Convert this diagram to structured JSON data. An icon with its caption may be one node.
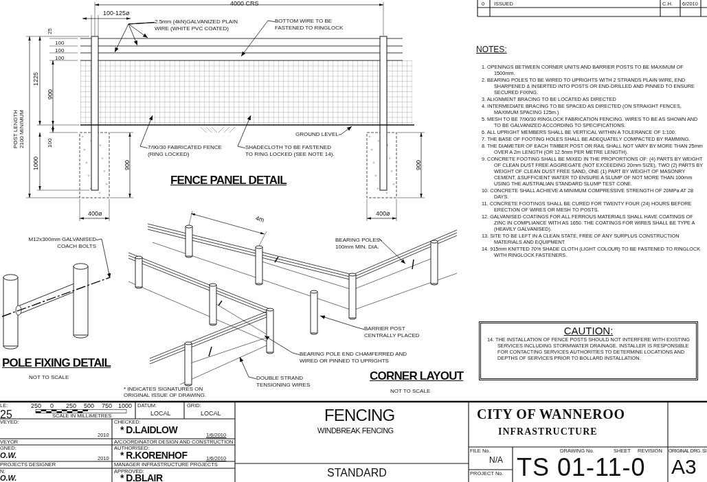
{
  "diagram": {
    "nodes": [
      {
        "text": [
          "2.5mm (4kN)GALVANIZED PLAIN WIRE (WHITE PVC COATED)"
        ]
      },
      {
        "text": [
          "BOTTOM WIRE TO BE FASTENED TO RINGLOCK"
        ]
      },
      {
        "text": [
          "7/90/30 FABRICATED FENCE (RING LOCKED)"
        ]
      },
      {
        "text": [
          "SHADECLOTH TO BE FASTENED TO RING LOCKED (SEE NOTE 14)."
        ]
      },
      {
        "text": [
          "GROUND LEVEL"
        ]
      },
      {
        "text": [
          "M12x300mm GALVANISED COACH BOLTS"
        ]
      },
      {
        "text": [
          "BEARING POLES 100mm MIN. DIA."
        ]
      },
      {
        "text": [
          "BARRIER POST CENTRALLY PLACED"
        ]
      },
      {
        "text": [
          "BEARING POLE END CHAMFERRED AND WIRED OR PINNED TO UPRIGHTS"
        ]
      },
      {
        "text": [
          "DOUBLE STRAND TENSIONING WIRES"
        ]
      },
      {
        "text": [],
        "shape": "bar"
      },
      {
        "text": [
          "CAUTION:",
          "14. THE INSTALLATION OF FENCE POSTS SHOULD NOT INTERFERE WITH EXISTING SERVICES INCLUDING STORMWATER DRAINAGE. INSTALLER IS RESPONSIBLE FOR CONTACTING SERVICES AUTHORITIES TO DETERMINE LOCATIONS AND DEPTHS OF SERVICES PRIOR TO BOLLARD INSTALLATION."
        ]
      }
    ],
    "edges": [
      {
        "from": 0,
        "to": null,
        "arrow": "to"
      },
      {
        "from": 0,
        "to": null,
        "arrow": "to"
      },
      {
        "from": 0,
        "to": null,
        "arrow": "to"
      },
      {
        "from": 1,
        "to": null,
        "arrow": "to"
      },
      {
        "from": 2,
        "to": null,
        "arrow": "to"
      },
      {
        "from": 3,
        "to": null,
        "arrow": "to"
      },
      {
        "from": 4,
        "to": null,
        "arrow": "to"
      },
      {
        "from": 5,
        "to": 10,
        "arrow": "to"
      },
      {
        "from": 6,
        "to": null,
        "arrow": "to"
      },
      {
        "from": 7,
        "to": null,
        "arrow": "to"
      },
      {
        "from": 8,
        "to": null,
        "arrow": "to"
      },
      {
        "from": 9,
        "to": null,
        "arrow": "to"
      }
    ],
    "labels": [
      "4000 CRS",
      "100-125ø",
      "25",
      "100",
      "100",
      "100",
      "1225",
      "900",
      "POST LENGTH 2100 MINIMUM",
      "100",
      "1000",
      "900",
      "900",
      "400ø",
      "400ø",
      "FENCE PANEL DETAIL",
      "4m",
      "POLE FIXING DETAIL",
      "NOT TO SCALE",
      "CORNER LAYOUT",
      "NOT TO SCALE",
      "* INDICATES SIGNATURES ON ORIGINAL ISSUE OF DRAWING.",
      "0",
      "ISSUED",
      "C.H.",
      "6/2010",
      "NOTES:",
      "1. OPENINGS BETWEEN CORNER UNITS AND BARRIER POSTS TO BE MAXIMUM OF 1500mm.",
      "2. BEARING POLES TO BE WIRED TO UPRIGHTS WITH 2 STRANDS PLAIN WIRE, END SHARPENED & INSERTED INTO POSTS OR END-DRILLED AND PINNED TO ENSURE SECURED FIXING.",
      "3. ALIGNMENT BRACING TO BE LOCATED AS DIRECTED",
      "4. INTERMEDIATE BRACING TO BE SPACED AS DIRECTED (ON STRAIGHT FENCES, MAXIMUM SPACING 125m.)",
      "5. MESH TO BE 7/90/30 RINGLOCK FABRICATION FENCING. WIRES TO BE AS SHOWN AND TO BE GALVANIZED ACCORDING TO SPECIFICATIONS.",
      "6. ALL UPRIGHT MEMBERS SHALL BE VERTICAL WITHIN A TOLERANCE OF 1:100.",
      "7. THE BASE OF FOOTING HOLES SHALL BE ADEQUATELY COMPACTED BY RAMMING.",
      "8. THE DIAMETER OF EACH TIMBER POST OR RAIL SHALL NOT VARY BY MORE THAN 25mm OVER A 2m LENGTH (OR 12.5mm PER METRE LENGTH).",
      "9. CONCRETE FOOTING SHALL BE MIXED IN THE PROPORTIONS OF: (4) PARTS BY WEIGHT OF CLEAN DUST FREE AGGREGATE (NOT EXCEEDING 20mm SIZE), TWO (2) PARTS BY WEIGHT OF CLEAN DUST FREE SAND, ONE (1) PART BY WEIGHT OF MASONRY CEMENT, &SUFFICIENT WATER TO ENSURE A SLUMP OF NOT MORE THAN 100mm USING THE AUSTRALIAN STANDARD SLUMP TEST CONE.",
      "10. CONCRETE SHALL ACHIEVE A MINIMUM COMPRESSIVE STRENGTH OF 20MPa AT 28 DAYS.",
      "11. CONCRETE FOOTINGS SHALL BE CURED FOR TWENTY FOUR (24) HOURS BEFORE ERECTION OF WIRES OR MESH TO POSTS.",
      "12. GALVANISED COATINGS FOR ALL FERROUS MATERIALS SHALL HAVE COATINGS OF ZINC IN COMPLIANCE WITH AS 1650. THE COATINGS FOR WIRES SHALL BE TYPE A (HEAVILY GALVANISED).",
      "13. SITE TO BE LEFT IN A CLEAN STATE, FREE OF ANY SURPLUS CONSTRUCTION MATERIALS AND EQUIPMENT",
      "14. 915mm KNITTED 70% SHADE CLOTH (LIGHT COLOUR) TO BE FASTENED TO RINGLOCK WITH RINGLOCK FASTENERS.",
      "LE:",
      "25",
      "250",
      "0",
      "250",
      "500",
      "750",
      "1000",
      "SCALE IN MILLIMETRES",
      "DATUM:",
      "LOCAL",
      "GRID:",
      "LOCAL",
      "VEYED:",
      "2010",
      "CHECKED:",
      "* D.LAIDLOW",
      "1/6/2010",
      "VEYOR",
      "A/COORDINATOR DESIGN AND CONSTRUCTION",
      "GNED:",
      "O.W.",
      "2010",
      "AUTHORISED:",
      "* R.KORENHOF",
      "1/6/2010",
      "PROJECTS DESIGNER",
      "MANAGER INFRASTRUCTURE PROJECTS",
      "N:",
      "O.W.",
      "APPROVED:",
      "* D.BLAIR",
      "FENCING",
      "WINDBREAK FENCING",
      "STANDARD",
      "CITY OF WANNEROO",
      "INFRASTRUCTURE",
      "FILE No.",
      "N/A",
      "PROJECT No.",
      "DRAWING No.",
      "SHEET",
      "REVISION",
      "TS 01-11-0",
      "ORIGINAL DRG. SI",
      "A3"
    ]
  }
}
